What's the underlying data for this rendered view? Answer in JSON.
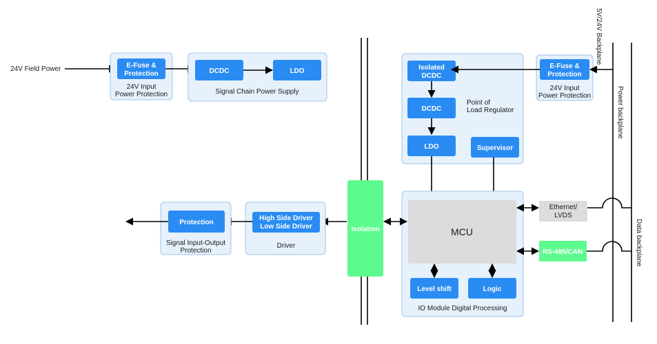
{
  "input": {
    "field_power": "24V Field Power"
  },
  "left_top": {
    "efuse": [
      "E-Fuse &",
      "Protection"
    ],
    "efuse_caption": [
      "24V Input",
      "Power Protection"
    ],
    "dcdc": "DCDC",
    "ldo": "LDO",
    "chain_caption": "Signal Chain Power Supply"
  },
  "pol": {
    "isolated_dcdc": [
      "Isolated",
      "DCDC"
    ],
    "dcdc": "DCDC",
    "ldo": "LDO",
    "supervisor": "Supervisor",
    "caption": [
      "Point of",
      "Load Regulator"
    ]
  },
  "right_efuse": {
    "label": [
      "E-Fuse &",
      "Protection"
    ],
    "caption": [
      "24V Input",
      "Power Protection"
    ]
  },
  "backplane": {
    "supply_5v24v": "5V/24V Backplane",
    "power": "Power backplane",
    "data": "Data backplane"
  },
  "mcu_group": {
    "mcu": "MCU",
    "level_shift": "Level shift",
    "logic": "Logic",
    "caption": "IO Module Digital Processing"
  },
  "interfaces": {
    "ethernet": [
      "Ethernet/",
      "LVDS"
    ],
    "rs485": "RS-485/CAN"
  },
  "isolation": "Isolation",
  "driver": {
    "label": [
      "High Side Driver",
      "Low Side Driver"
    ],
    "caption": "Driver"
  },
  "protection": {
    "label": "Protection",
    "caption": [
      "Signal Input-Output",
      "Protection"
    ]
  },
  "colors": {
    "block": "#2a8cf2",
    "group_fill": "#e6f1fc",
    "group_border": "#9cc4ea",
    "isolation": "#5dfa8e",
    "mcu": "#dcdcdc",
    "ethernet": "#dcdcdc",
    "rs485": "#5dfa8e"
  }
}
